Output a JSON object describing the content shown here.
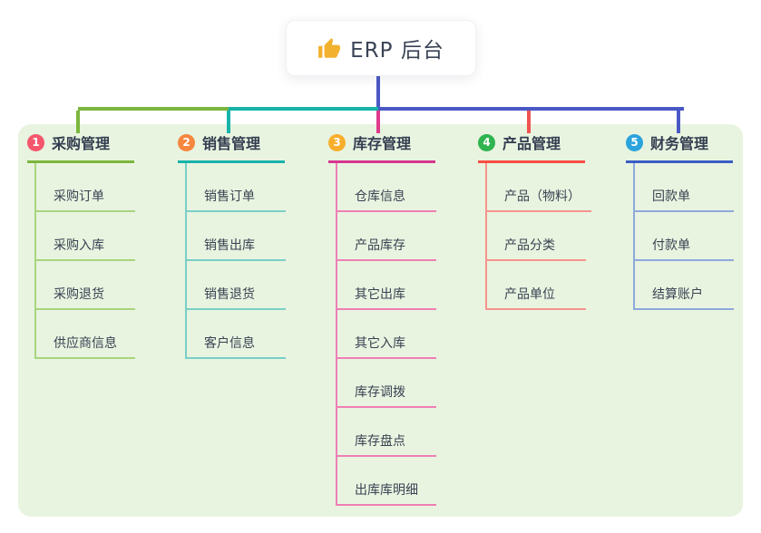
{
  "root": {
    "title": "ERP 后台",
    "icon": "thumbs-up-icon",
    "icon_color": "#f2b12e"
  },
  "canvas": {
    "panel_bg": "#e8f4e0",
    "trunk_color": "#4a58c6",
    "root_bg": "#ffffff"
  },
  "branches": [
    {
      "num": "1",
      "label": "采购管理",
      "badge_color": "#f4566c",
      "line_color": "#7cb63e",
      "item_line_color": "#a8d57f",
      "drop_color": "#7cb63e",
      "items": [
        "采购订单",
        "采购入库",
        "采购退货",
        "供应商信息"
      ]
    },
    {
      "num": "2",
      "label": "销售管理",
      "badge_color": "#f6873e",
      "line_color": "#17b3a9",
      "item_line_color": "#79cfc6",
      "drop_color": "#17b3a9",
      "items": [
        "销售订单",
        "销售出库",
        "销售退货",
        "客户信息"
      ]
    },
    {
      "num": "3",
      "label": "库存管理",
      "badge_color": "#f8ae2c",
      "line_color": "#d6368f",
      "item_line_color": "#ef7fb5",
      "drop_color": "#e03a8c",
      "items": [
        "仓库信息",
        "产品库存",
        "其它出库",
        "其它入库",
        "库存调拨",
        "库存盘点",
        "出库库明细"
      ]
    },
    {
      "num": "4",
      "label": "产品管理",
      "badge_color": "#2fb44f",
      "line_color": "#f74d44",
      "item_line_color": "#f7928c",
      "drop_color": "#ef5350",
      "items": [
        "产品（物料）",
        "产品分类",
        "产品单位"
      ]
    },
    {
      "num": "5",
      "label": "财务管理",
      "badge_color": "#2ba3dc",
      "line_color": "#3b5cc4",
      "item_line_color": "#8ea9db",
      "drop_color": "#4a58c6",
      "items": [
        "回款单",
        "付款单",
        "结算账户"
      ]
    }
  ]
}
